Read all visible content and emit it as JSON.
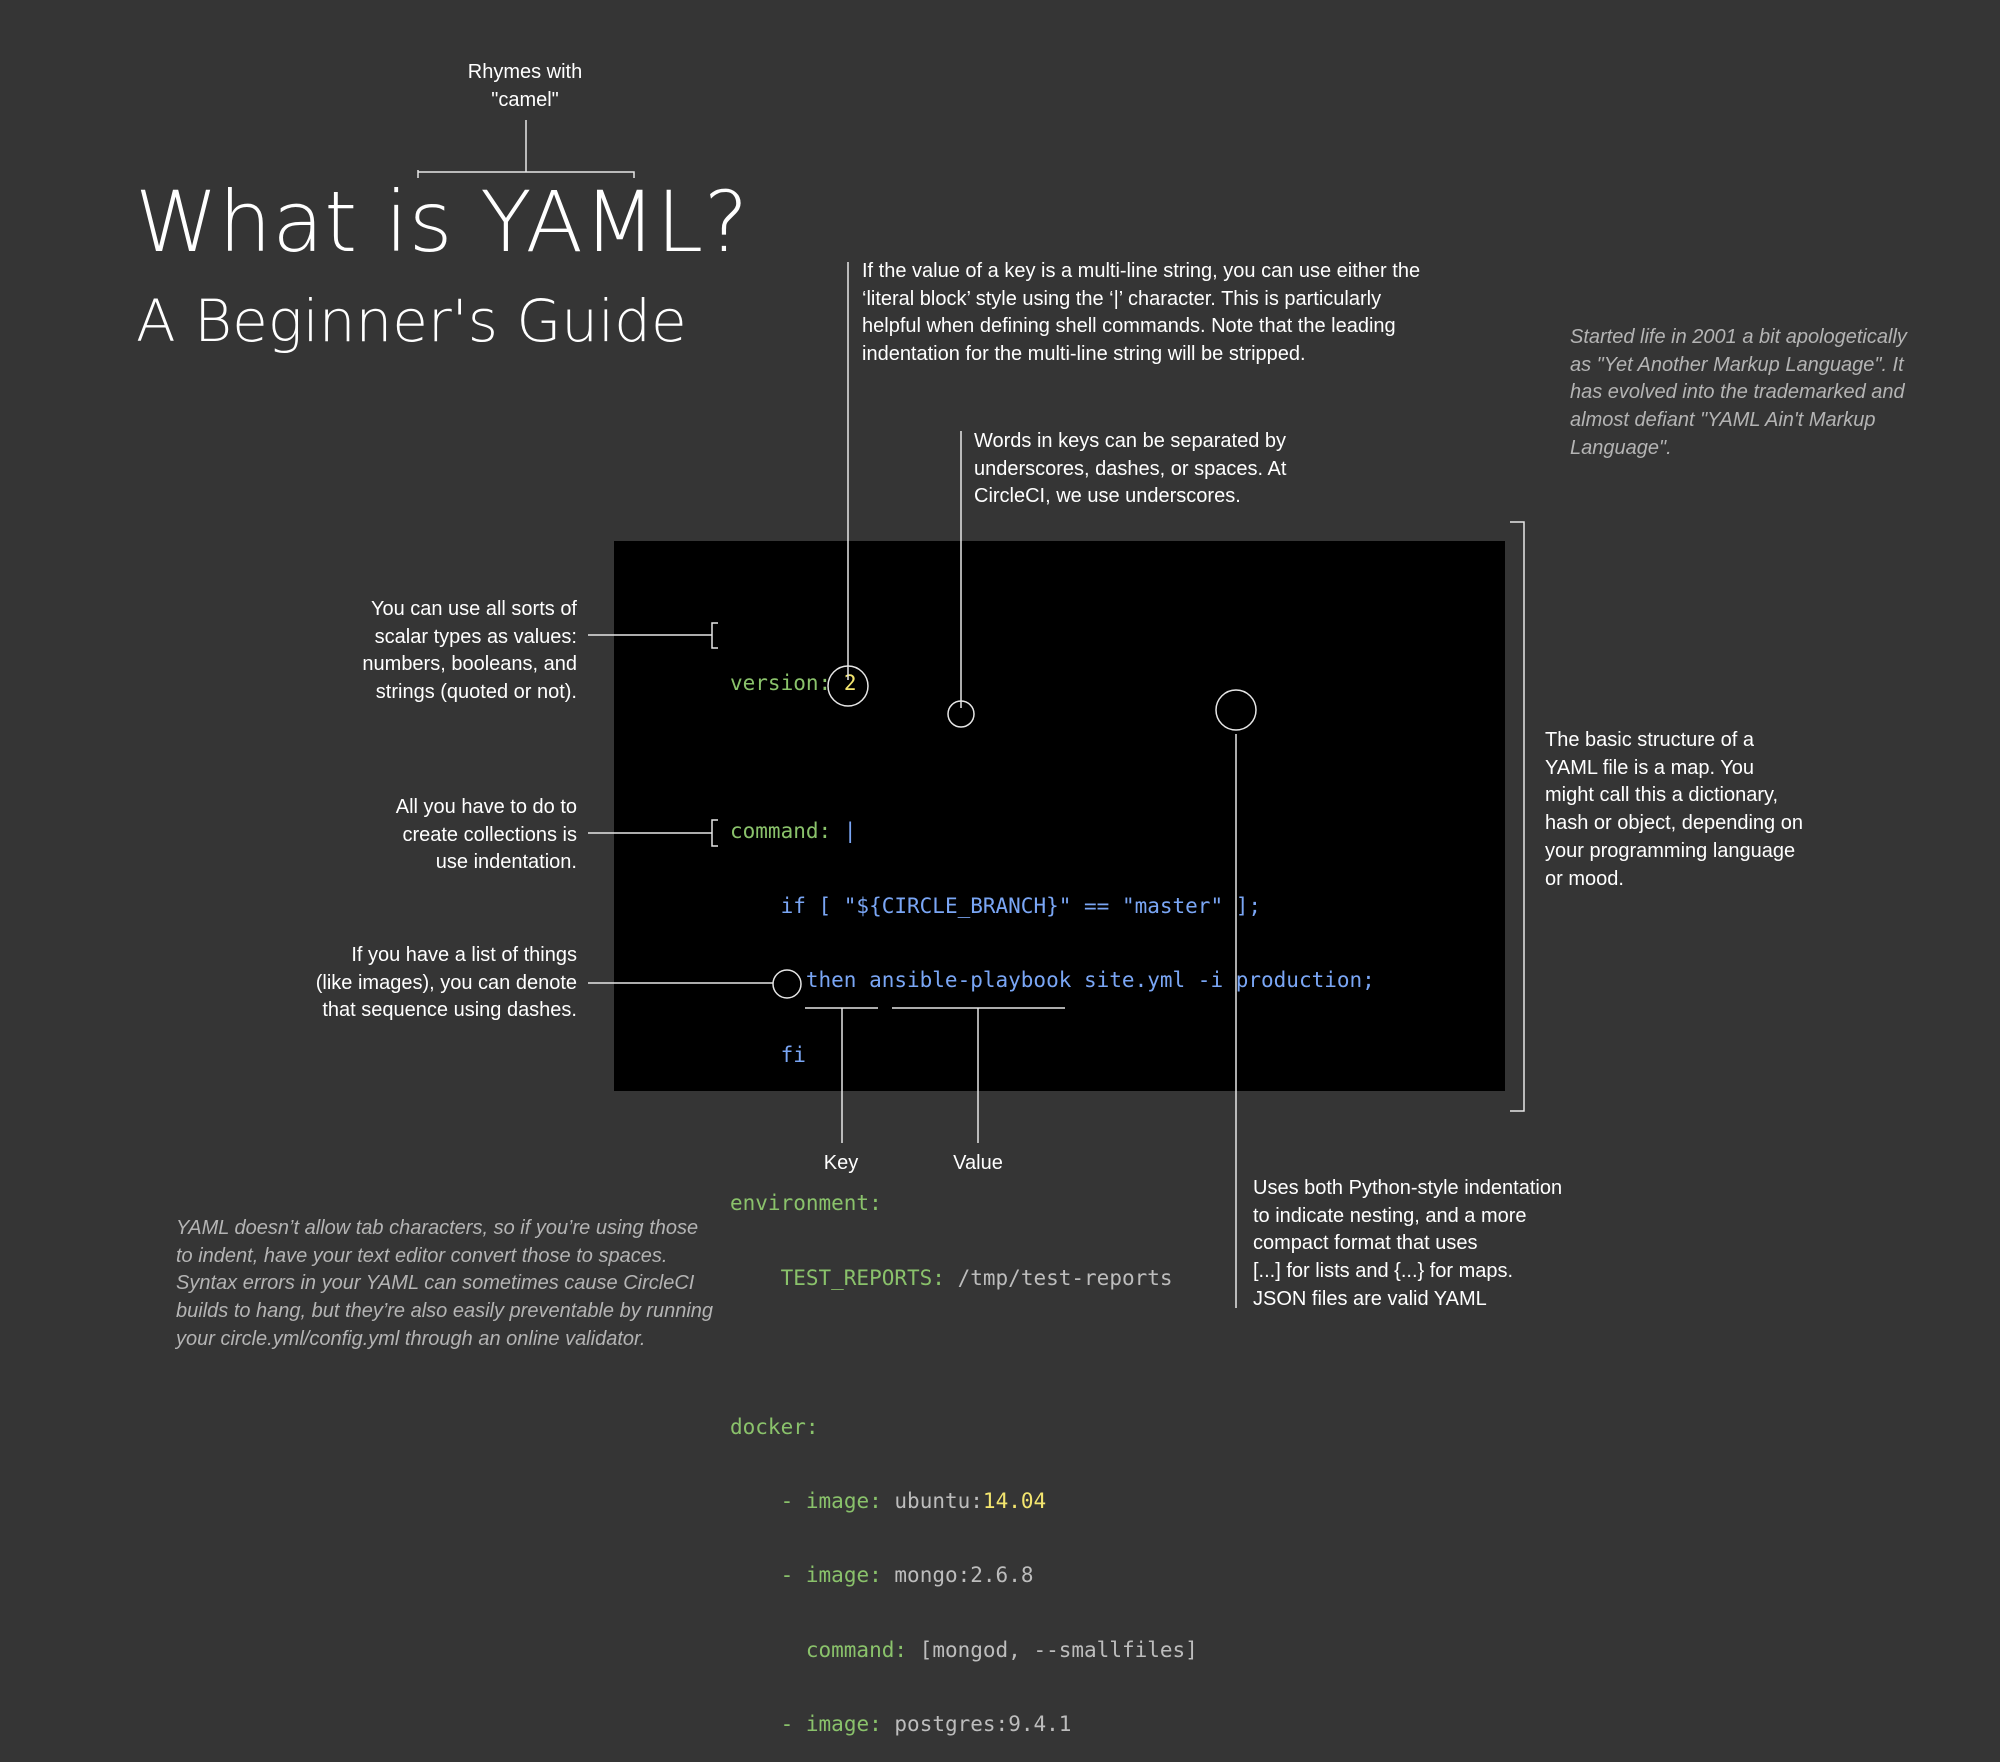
{
  "title": "What is YAML?",
  "subtitle": "A Beginner's Guide",
  "pronunciation": [
    "Rhymes with",
    "\"camel\""
  ],
  "notes": {
    "multiline": [
      "If the value of a key is a multi-line string, you can use either the",
      "‘literal block’ style using the ‘|’ character. This is particularly",
      "helpful when defining shell commands. Note that the leading",
      "indentation for the multi-line string will be stripped."
    ],
    "keys": [
      "Words in keys can be separated by",
      "underscores, dashes, or spaces. At",
      "CircleCI, we use underscores."
    ],
    "history": [
      "Started life in 2001 a bit apologetically",
      "as \"Yet Another Markup Language\". It",
      "has evolved into the trademarked and",
      "almost defiant \"YAML Ain't Markup",
      "Language\"."
    ],
    "scalars": [
      "You can use all sorts of",
      "scalar types as values:",
      "numbers, booleans, and",
      "strings (quoted or not)."
    ],
    "collections": [
      "All you have to do to",
      "create collections is",
      "use indentation."
    ],
    "lists": [
      "If you have a list of things",
      "(like images), you can denote",
      "that sequence using dashes."
    ],
    "structure": [
      "The basic structure of a",
      "YAML file is a map. You",
      "might call this a dictionary,",
      "hash or object, depending on",
      "your programming language",
      "or mood."
    ],
    "json": [
      "Uses both Python-style indentation",
      "to indicate nesting, and a more",
      "compact format that uses",
      "[...] for lists and {...} for maps.",
      "JSON files are valid YAML"
    ],
    "tabs": [
      "YAML doesn’t allow tab characters, so if you’re using those",
      "to indent, have your text editor convert those to spaces.",
      "Syntax errors in your YAML can sometimes cause CircleCI",
      "builds to hang, but they’re also easily preventable by running",
      "your circle.yml/config.yml through an online validator."
    ]
  },
  "labels": {
    "key": "Key",
    "value": "Value"
  },
  "code": {
    "version_key": "version:",
    "version_val": "2",
    "command_key": "command:",
    "pipe": "|",
    "cmd1": "if [ \"${CIRCLE_BRANCH}\" == \"master\" ];",
    "cmd2": "then ansible-playbook site.yml -i production;",
    "cmd3": "fi",
    "env_key": "environment:",
    "tr_key": "TEST_REPORTS:",
    "tr_val": "/tmp/test-reports",
    "docker_key": "docker:",
    "dash": "-",
    "image_key": "image:",
    "img1_a": "ubuntu:",
    "img1_b": "14.04",
    "img2": "mongo:2.6.8",
    "cmd_key": "command:",
    "cmd_val": "[mongod, --smallfiles]",
    "img3": "postgres:9.4.1"
  },
  "colors": {
    "background": "#353535",
    "panel": "#000000",
    "key": "#8ac26b",
    "number": "#f3e56f",
    "shell": "#7aa6f5",
    "value": "#bdbdbd"
  }
}
